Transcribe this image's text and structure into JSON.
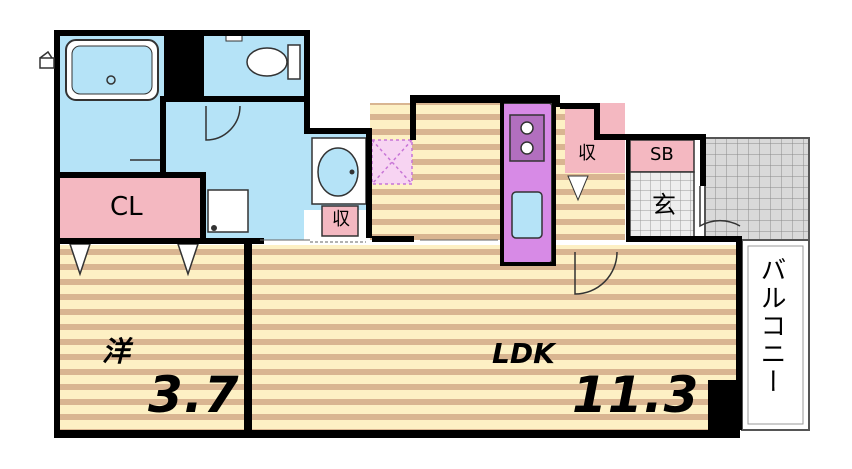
{
  "labels": {
    "closet": "CL",
    "western_room": "洋",
    "western_area": "3.7",
    "ldk": "LDK",
    "ldk_area": "11.3",
    "storage_top": "収",
    "storage_wash": "収",
    "shoebox": "SB",
    "entrance": "玄",
    "balcony": "バルコニー"
  },
  "colors": {
    "wall": "#000000",
    "wet_area": "#b5e3f7",
    "closet": "#f4b8c1",
    "kitchen": "#d78ae6",
    "floor_light": "#fdf0c4",
    "floor_dark": "#d9b591",
    "balcony_tile": "#d9d9d9"
  }
}
